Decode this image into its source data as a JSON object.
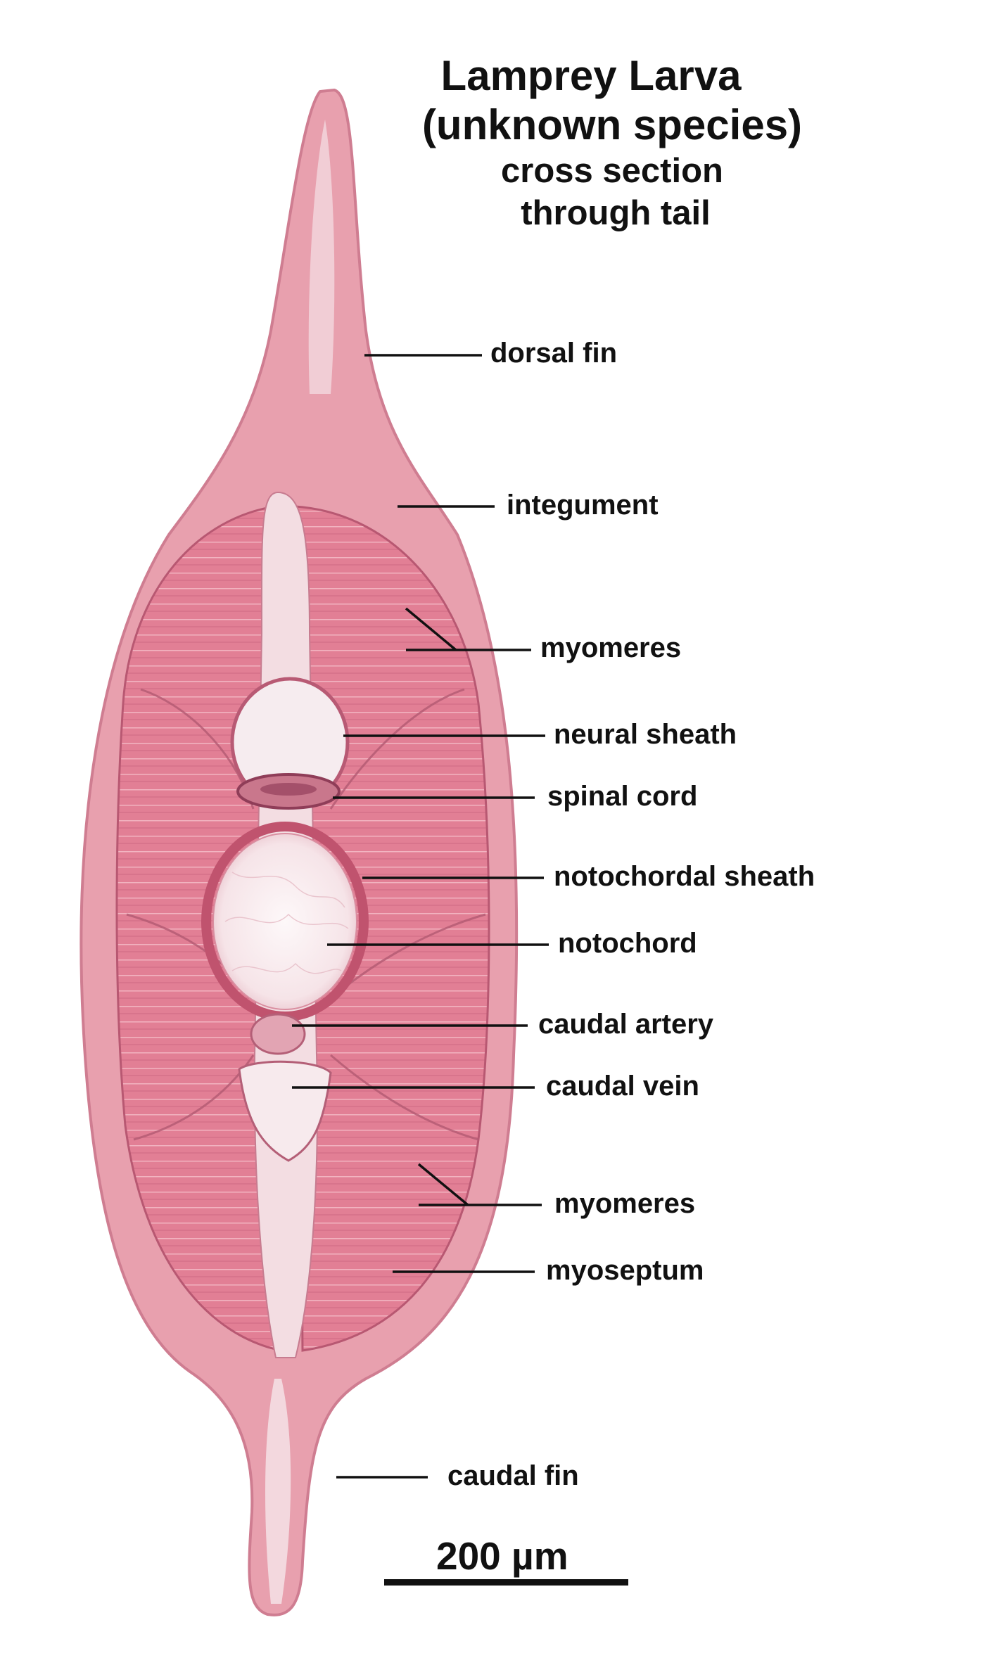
{
  "title": {
    "line1": "Lamprey Larva",
    "line2": "(unknown species)",
    "line3": "cross section",
    "line4": "through tail"
  },
  "labels": [
    {
      "id": "dorsal-fin",
      "text": "dorsal fin"
    },
    {
      "id": "integument",
      "text": "integument"
    },
    {
      "id": "myomeres-upper",
      "text": "myomeres"
    },
    {
      "id": "neural-sheath",
      "text": "neural sheath"
    },
    {
      "id": "spinal-cord",
      "text": "spinal cord"
    },
    {
      "id": "notochordal-sheath",
      "text": "notochordal sheath"
    },
    {
      "id": "notochord",
      "text": "notochord"
    },
    {
      "id": "caudal-artery",
      "text": "caudal artery"
    },
    {
      "id": "caudal-vein",
      "text": "caudal vein"
    },
    {
      "id": "myomeres-lower",
      "text": "myomeres"
    },
    {
      "id": "myoseptum",
      "text": "myoseptum"
    },
    {
      "id": "caudal-fin",
      "text": "caudal fin"
    }
  ],
  "scale_bar": {
    "label": "200 µm"
  },
  "colors": {
    "tissue_pink": "#e48f9f",
    "tissue_dark": "#c9667c",
    "muscle": "#e07f94",
    "pale_tissue": "#f4e6ea",
    "notochord_fill": "#fbf3f5",
    "line": "#111111"
  }
}
